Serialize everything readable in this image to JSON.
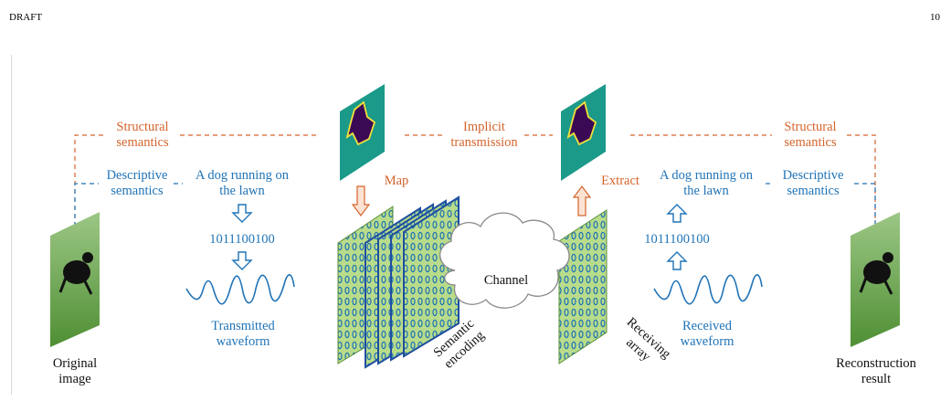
{
  "header": {
    "left": "DRAFT",
    "right": "10"
  },
  "labels": {
    "structural_left": "Structural\nsemantics",
    "descriptive_left": "Descriptive\nsemantics",
    "structural_right": "Structural\nsemantics",
    "descriptive_right": "Descriptive\nsemantics",
    "implicit": "Implicit\ntransmission",
    "caption_left": "A dog running on\nthe lawn",
    "caption_right": "A dog running on\nthe lawn",
    "bits_left": "1011100100",
    "bits_right": "1011100100",
    "transmitted": "Transmitted\nwaveform",
    "received": "Received\nwaveform",
    "map": "Map",
    "extract": "Extract",
    "channel": "Channel",
    "semantic_encoding": "Semantic\nencoding",
    "receiving_array": "Receiving\narray",
    "original": "Original\nimage",
    "reconstruction": "Reconstruction\nresult"
  },
  "colors": {
    "orange": "#d4642c",
    "blue": "#1f73b7",
    "grass": "#6aa84f",
    "array_fill": "#b9dc8a",
    "seg_teal": "#1b9a8a",
    "seg_dog": "#3a0a55",
    "seg_edge": "#f3e03a"
  }
}
